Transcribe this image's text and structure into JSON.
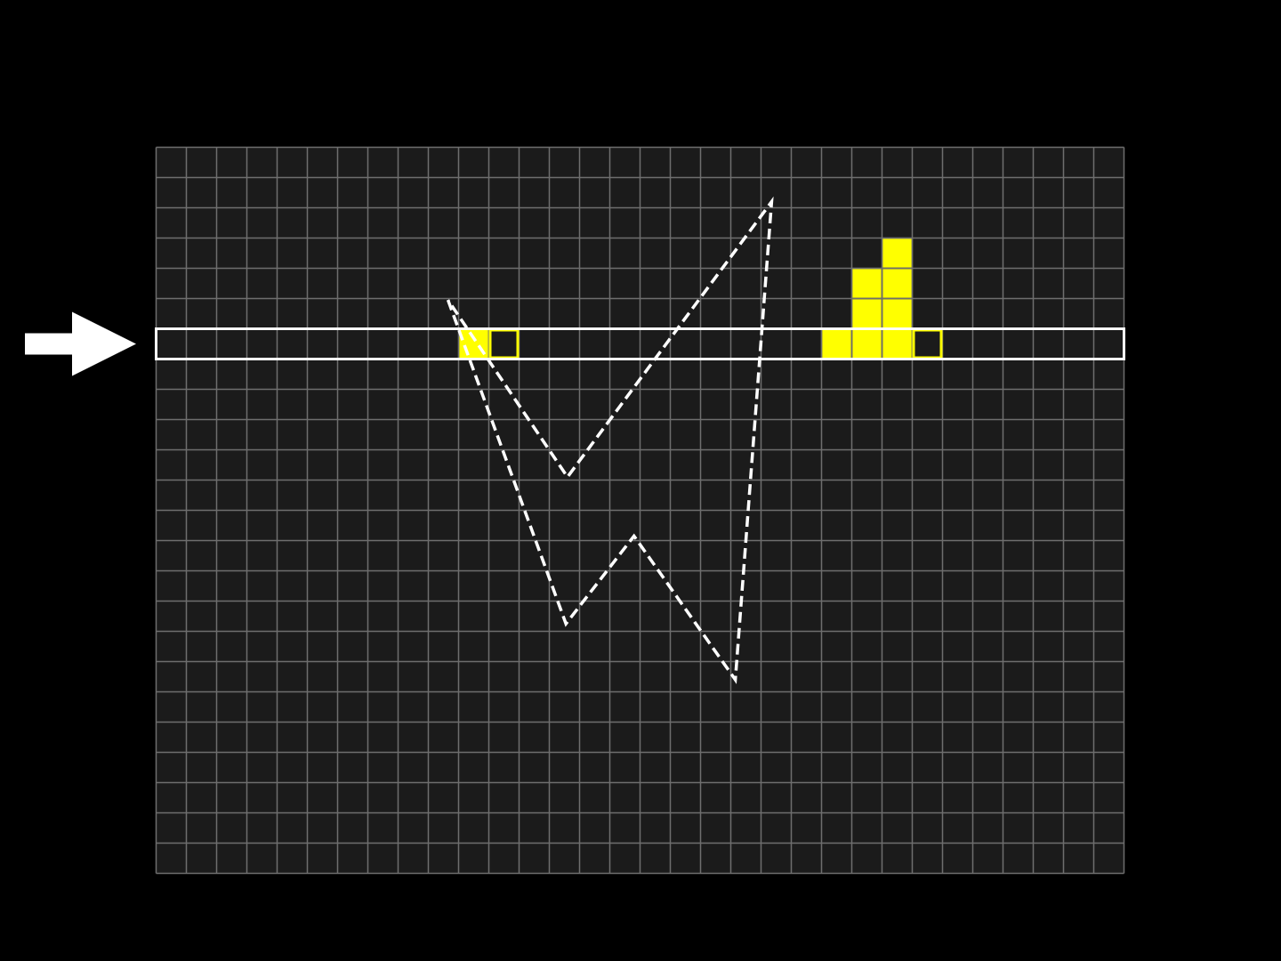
{
  "colors": {
    "background": "#000000",
    "grid_fill": "#1b1b1b",
    "grid_line": "#6e6e6e",
    "scanline_outline": "#ffffff",
    "filled_pixel": "#ffff00",
    "filled_pixel_border": "#555555",
    "edge_pixel_fill": "#1b1b1b",
    "edge_pixel_border": "#ffff00",
    "polygon_stroke": "#ffffff",
    "arrow": "#ffffff"
  },
  "grid": {
    "columns": 32,
    "rows": 24
  },
  "scanline": {
    "row": 6,
    "indicator_icon": "arrow-right-icon"
  },
  "polygon": {
    "style": "dashed",
    "vertices": [
      [
        9.65,
        5.05
      ],
      [
        13.55,
        15.75
      ],
      [
        15.8,
        12.85
      ],
      [
        19.15,
        17.6
      ],
      [
        20.35,
        1.8
      ],
      [
        13.6,
        10.9
      ]
    ]
  },
  "filled_cells": [
    [
      10,
      6
    ],
    [
      22,
      6
    ],
    [
      23,
      6
    ],
    [
      24,
      6
    ],
    [
      23,
      5
    ],
    [
      24,
      5
    ],
    [
      23,
      4
    ],
    [
      24,
      4
    ],
    [
      24,
      3
    ]
  ],
  "edge_cells": [
    [
      11,
      6
    ],
    [
      25,
      6
    ]
  ]
}
